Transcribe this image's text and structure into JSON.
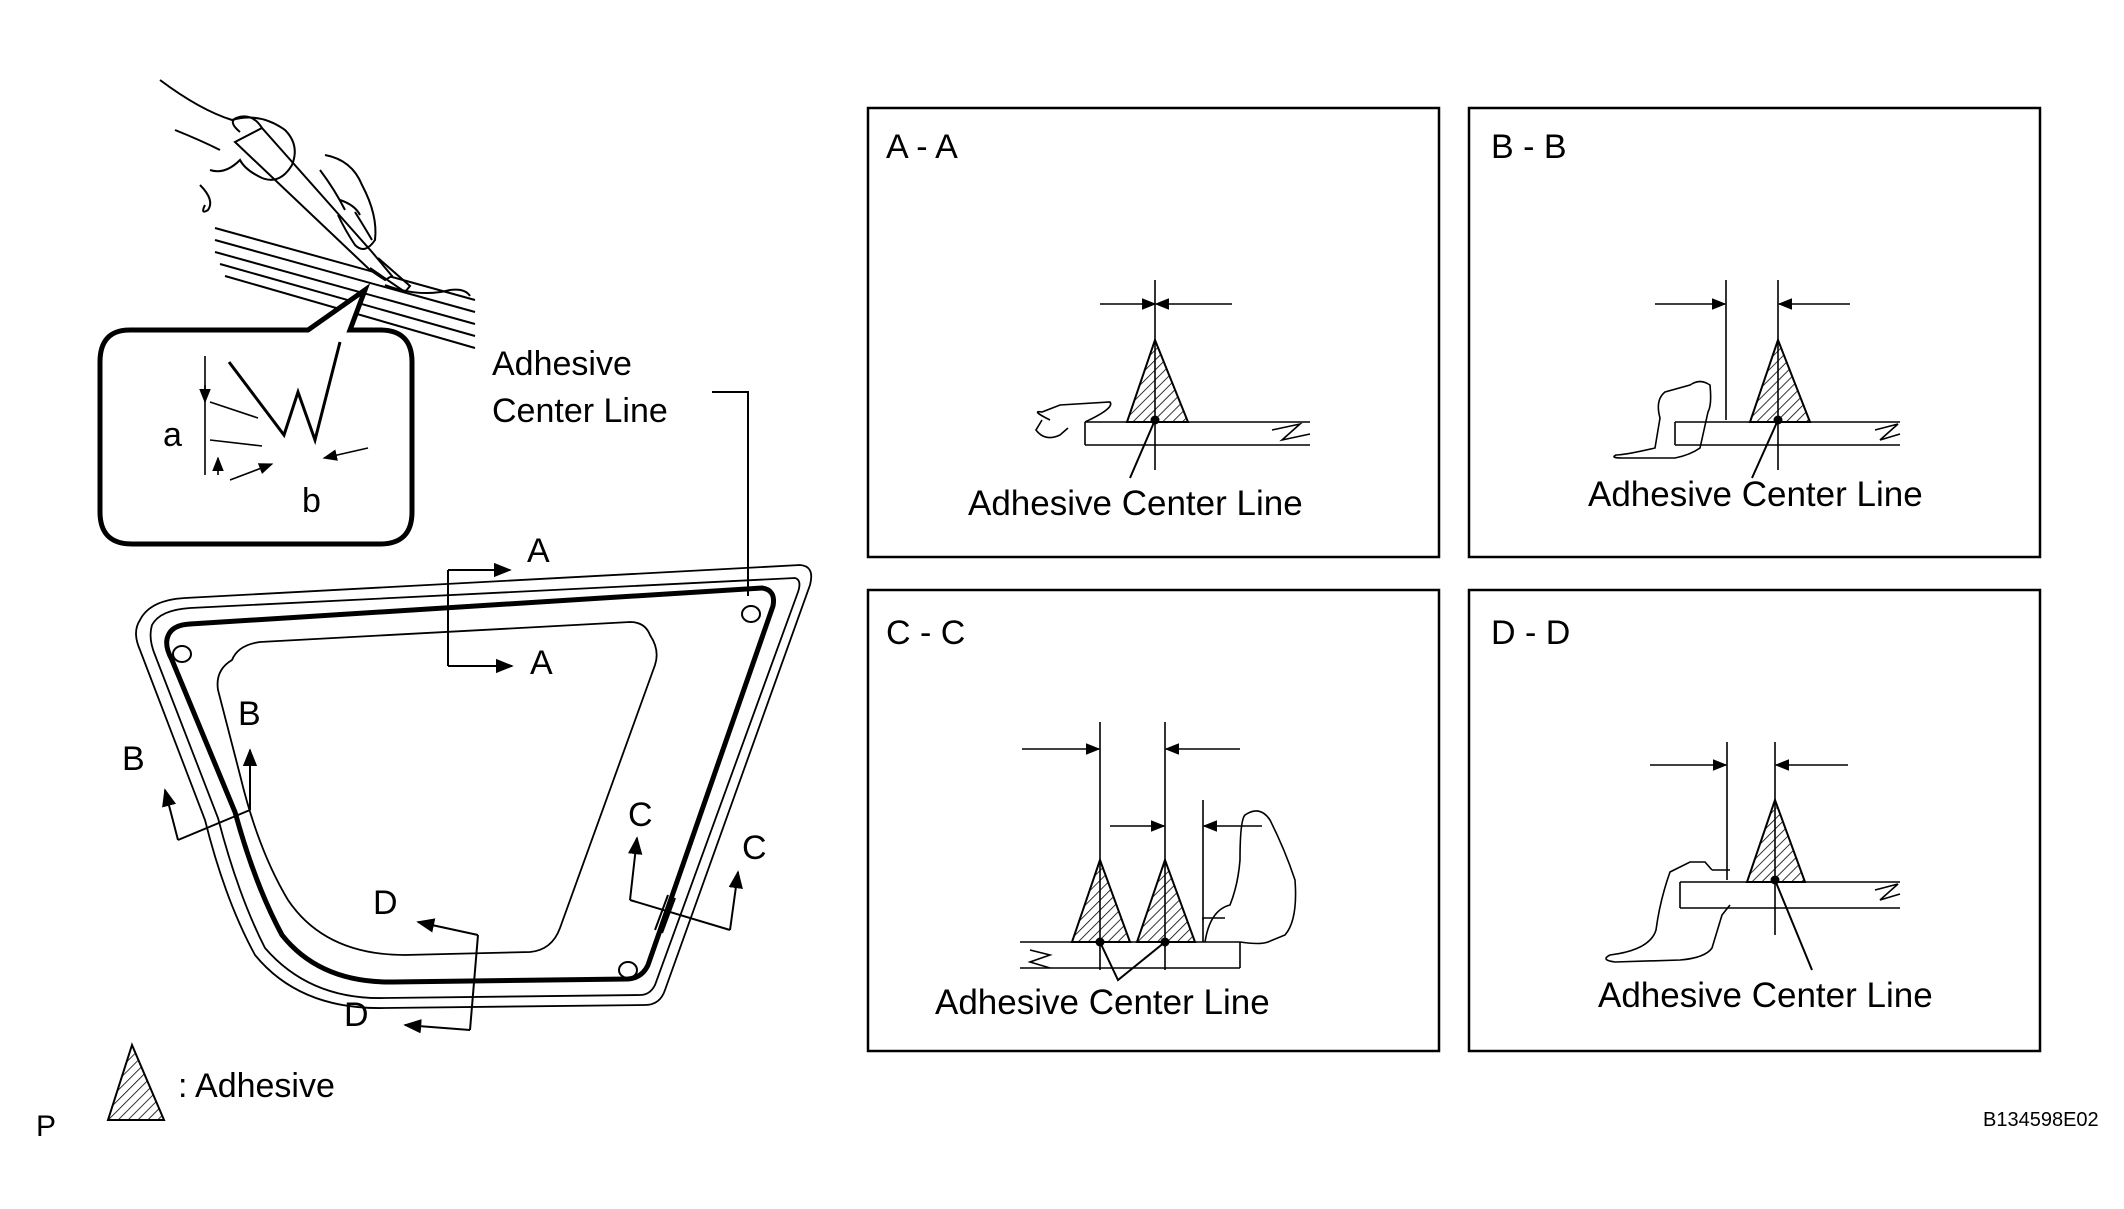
{
  "overview": {
    "callout_label": "Adhesive\nCenter Line",
    "dim_a": "a",
    "dim_b": "b",
    "section_a_top": "A",
    "section_a_bottom": "A",
    "section_b_left": "B",
    "section_b_right": "B",
    "section_c_left": "C",
    "section_c_right": "C",
    "section_d_top": "D",
    "section_d_bottom": "D"
  },
  "legend": {
    "text": ": Adhesive"
  },
  "corner_mark": "P",
  "figure_id": "B134598E02",
  "sections": [
    {
      "title": "A - A",
      "caption": "Adhesive Center Line"
    },
    {
      "title": "B - B",
      "caption": "Adhesive Center Line"
    },
    {
      "title": "C - C",
      "caption": "Adhesive Center Line"
    },
    {
      "title": "D - D",
      "caption": "Adhesive Center Line"
    }
  ],
  "colors": {
    "line": "#000000",
    "background": "#ffffff"
  }
}
